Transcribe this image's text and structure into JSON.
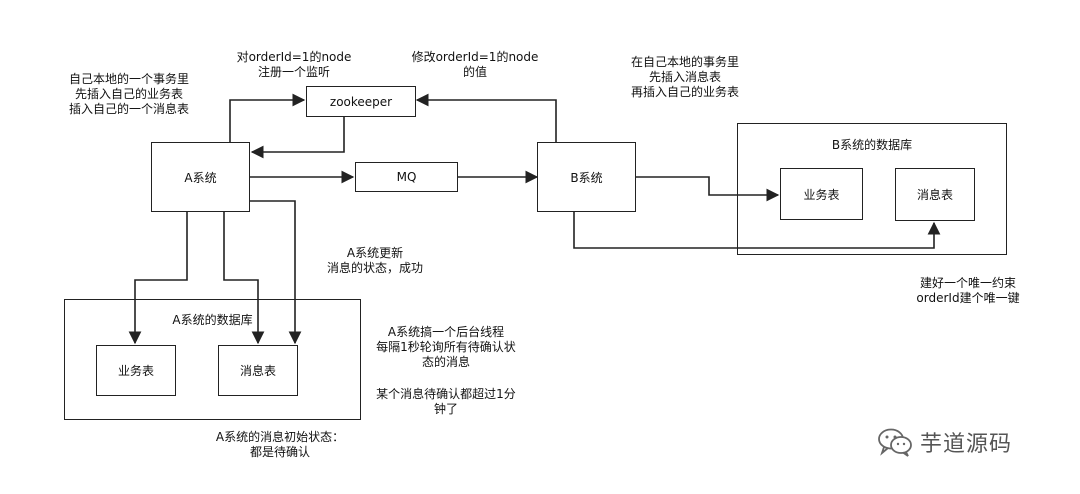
{
  "nodes": {
    "zookeeper": "zookeeper",
    "a_system": "A系统",
    "mq": "MQ",
    "b_system": "B系统",
    "b_db_title": "B系统的数据库",
    "b_business_table": "业务表",
    "b_message_table": "消息表",
    "a_db_title": "A系统的数据库",
    "a_business_table": "业务表",
    "a_message_table": "消息表"
  },
  "notes": {
    "a_local_tx": [
      "自己本地的一个事务里",
      "先插入自己的业务表",
      "插入自己的一个消息表"
    ],
    "register_watch": [
      "对orderId=1的node",
      "注册一个监听"
    ],
    "modify_node": [
      "修改orderId=1的node",
      "的值"
    ],
    "b_local_tx": [
      "在自己本地的事务里",
      "先插入消息表",
      "再插入自己的业务表"
    ],
    "a_update_status": [
      "A系统更新",
      "消息的状态，成功"
    ],
    "unique_key": [
      "建好一个唯一约束",
      "orderId建个唯一键"
    ],
    "background_thread": [
      "A系统搞一个后台线程",
      "每隔1秒轮询所有待确认状",
      "态的消息"
    ],
    "timeout": [
      "某个消息待确认都超过1分",
      "钟了"
    ],
    "initial_status": [
      "A系统的消息初始状态：",
      "都是待确认"
    ]
  },
  "watermark": {
    "icon": "wechat-icon",
    "text": "芋道源码"
  }
}
